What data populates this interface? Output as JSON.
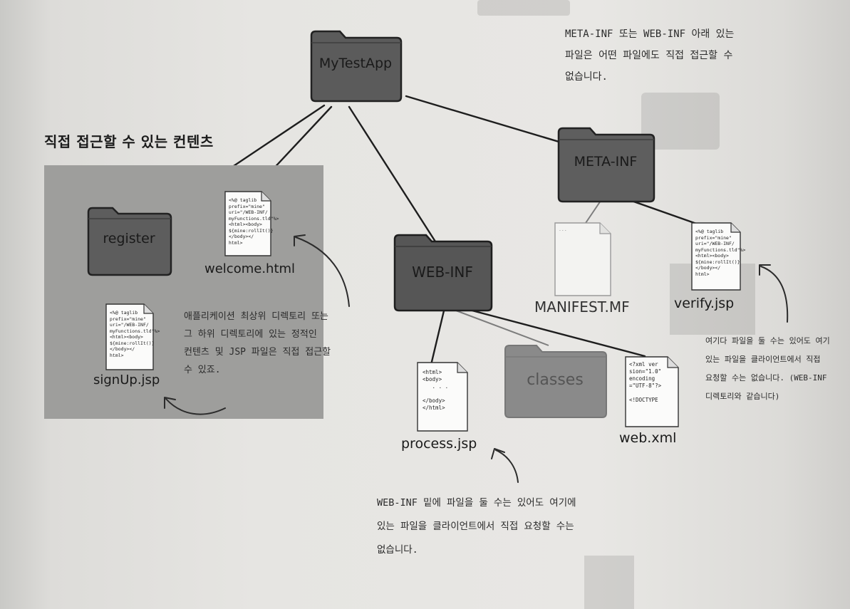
{
  "zone_title": "직접 접근할 수 있는 컨텐츠",
  "folders": {
    "mytestapp": "MyTestApp",
    "meta_inf": "META-INF",
    "register": "register",
    "web_inf": "WEB-INF",
    "classes": "classes"
  },
  "files": {
    "welcome": {
      "name": "welcome.html",
      "code": "<%@ taglib\nprefix=\"mine\"\nuri=\"/WEB-INF/\nmyFunctions.tld\"%>\n<html><body>\n${mine:rollIt()}\n</body></\nhtml>"
    },
    "signup": {
      "name": "signUp.jsp",
      "code": "<%@ taglib\nprefix=\"mine\"\nuri=\"/WEB-INF/\nmyFunctions.tld\"%>\n<html><body>\n${mine:rollIt()}\n</body></\nhtml>"
    },
    "manifest": {
      "name": "MANIFEST.MF",
      "code": "..."
    },
    "verify": {
      "name": "verify.jsp",
      "code": "<%@ taglib\nprefix=\"mine\"\nuri=\"/WEB-INF/\nmyFunctions.tld\"%>\n<html><body>\n${mine:rollIt()}\n</body></\nhtml>"
    },
    "process": {
      "name": "process.jsp",
      "code": "<html>\n<body>\n   . . .\n\n</body>\n</html>"
    },
    "webxml": {
      "name": "web.xml",
      "code": "<?xml ver\nsion=\"1.0\"\nencoding\n=\"UTF-8\"?>\n\n<!DOCTYPE"
    }
  },
  "notes": {
    "top_right": "META-INF 또는 WEB-INF 아래 있는\n파일은 어떤 파일에도 직접 접근할 수\n없습니다.",
    "left": "애플리케이션 최상위 디렉토리 또는\n그 하위 디렉토리에 있는 정적인\n컨텐츠 및 JSP 파일은 직접 접근할\n수 있죠.",
    "right": "여기다 파일을 둘 수는 있어도 여기\n있는 파일을 클라이언트에서 직접\n요청할 수는 없습니다. (WEB-INF\n디렉토리와 같습니다)",
    "bottom": "WEB-INF 밑에 파일을 둘 수는 있어도 여기에\n있는 파일을 클라이언트에서 직접 요청할 수는\n없습니다."
  },
  "colors": {
    "folder_dark": "#5b5b5b",
    "folder_light": "#8a8a8a",
    "zone": "#9e9e9c",
    "paper": "#e7e6e3"
  }
}
